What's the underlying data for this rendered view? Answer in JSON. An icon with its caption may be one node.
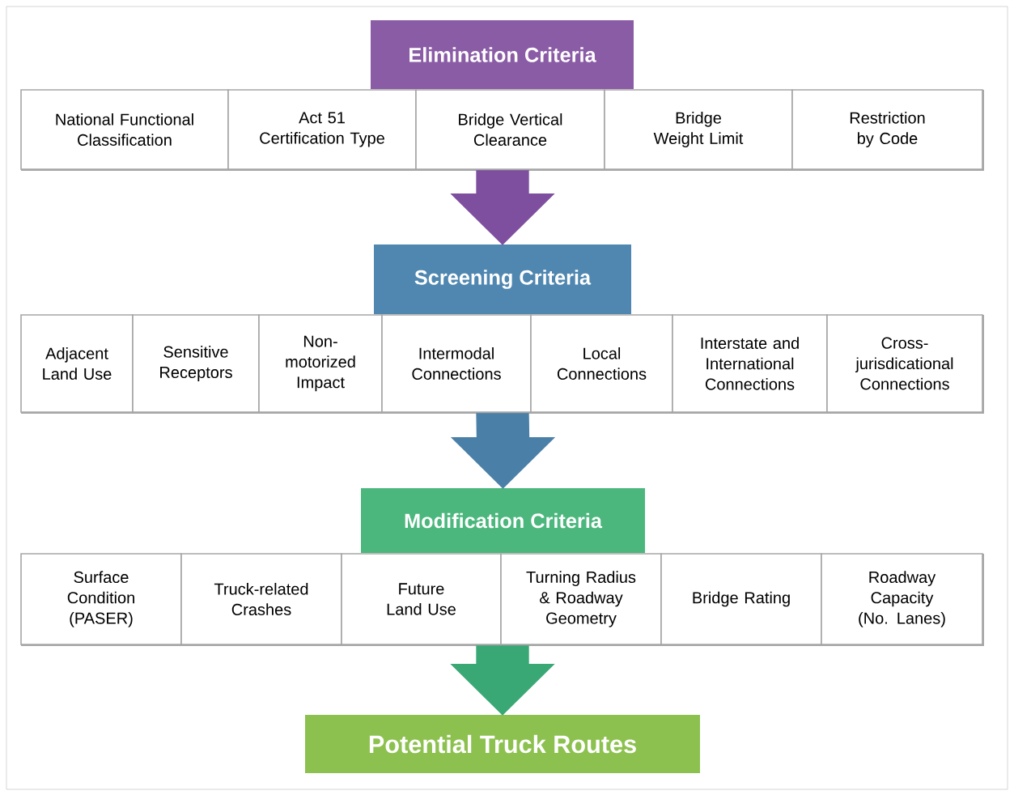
{
  "diagram": {
    "nodes": [
      {
        "text": [
          "Elimination Criteria"
        ]
      },
      {
        "text": [],
        "shape": "box"
      },
      {
        "text": [
          "National Functional Classification"
        ],
        "in": 1
      },
      {
        "text": [
          "Act 51 Certification Type"
        ],
        "in": 1
      },
      {
        "text": [
          "Bridge Vertical Clearance"
        ],
        "in": 1
      },
      {
        "text": [
          "Bridge Weight Limit"
        ],
        "in": 1
      },
      {
        "text": [
          "Restriction by Code"
        ],
        "in": 1
      },
      {
        "text": [
          "Screening Criteria"
        ]
      },
      {
        "text": [],
        "shape": "box"
      },
      {
        "text": [
          "Adjacent Land Use"
        ],
        "in": 8
      },
      {
        "text": [
          "Sensitive Receptors"
        ],
        "in": 8
      },
      {
        "text": [
          "Non-motorized Impact"
        ],
        "in": 8
      },
      {
        "text": [
          "Intermodal Connections"
        ],
        "in": 8
      },
      {
        "text": [
          "Local Connections"
        ],
        "in": 8
      },
      {
        "text": [
          "Interstate and International Connections"
        ],
        "in": 8
      },
      {
        "text": [
          "Cross-jurisdicational Connections"
        ],
        "in": 8
      },
      {
        "text": [
          "Modification Criteria"
        ]
      },
      {
        "text": [],
        "shape": "box"
      },
      {
        "text": [
          "Surface Condition (PASER)"
        ],
        "in": 17
      },
      {
        "text": [
          "Truck-related Crashes"
        ],
        "in": 17
      },
      {
        "text": [
          "Future Land Use"
        ],
        "in": 17
      },
      {
        "text": [
          "Turning Radius & Roadway Geometry"
        ],
        "in": 17
      },
      {
        "text": [
          "Bridge Rating"
        ],
        "in": 17
      },
      {
        "text": [
          "Roadway Capacity (No. Lanes)"
        ],
        "in": 17
      },
      {
        "text": [
          "Potential Truck Routes"
        ]
      }
    ],
    "edges": [
      {
        "from": 1,
        "to": 7,
        "arrow": "to",
        "style": "thick",
        "color": "#7f4f9f"
      },
      {
        "from": 8,
        "to": 16,
        "arrow": "to",
        "style": "thick",
        "color": "#4a80a8"
      },
      {
        "from": 17,
        "to": 24,
        "arrow": "to",
        "style": "thick",
        "color": "#3aa874"
      }
    ]
  }
}
